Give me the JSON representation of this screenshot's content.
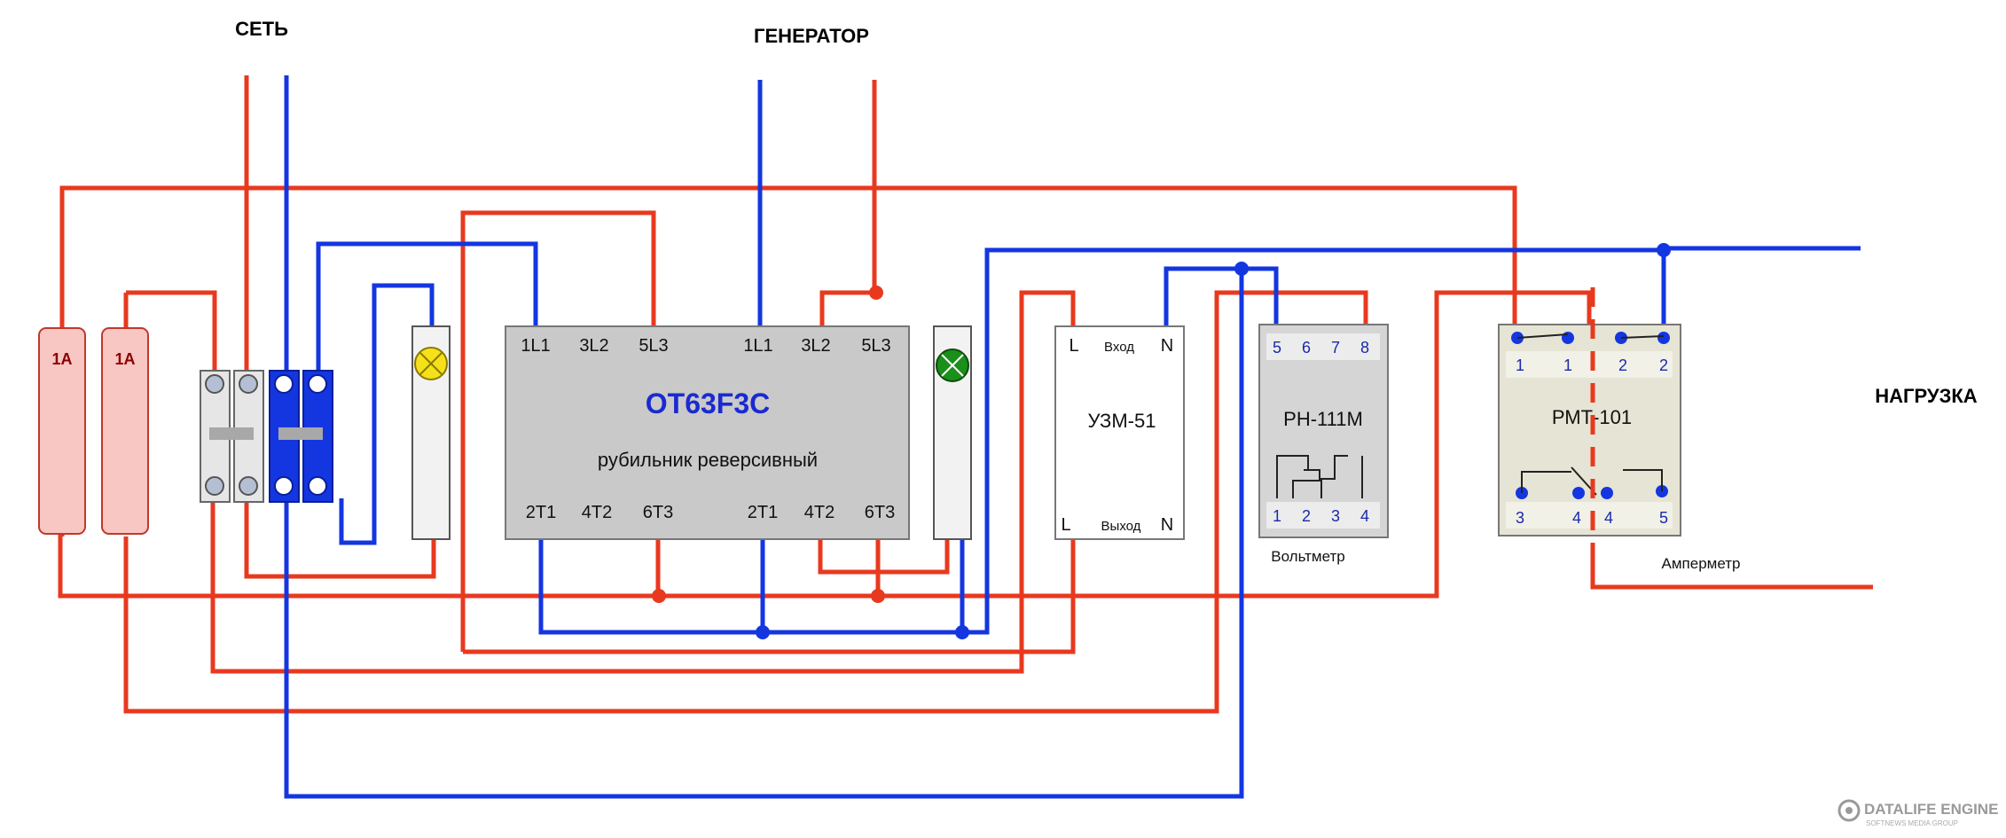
{
  "labels": {
    "grid": "СЕТЬ",
    "generator": "ГЕНЕРАТОР",
    "load": "НАГРУЗКА"
  },
  "fuses": [
    {
      "rating": "1A"
    },
    {
      "rating": "1A"
    }
  ],
  "switch": {
    "model": "OT63F3C",
    "description": "рубильник реверсивный",
    "top_terminals": [
      "1L1",
      "3L2",
      "5L3",
      "1L1",
      "3L2",
      "5L3"
    ],
    "bottom_terminals": [
      "2T1",
      "4T2",
      "6T3",
      "2T1",
      "4T2",
      "6T3"
    ]
  },
  "uzm": {
    "model": "УЗМ-51",
    "top_left": "L",
    "top_mid": "Вход",
    "top_right": "N",
    "bottom_left": "L",
    "bottom_mid": "Выход",
    "bottom_right": "N"
  },
  "rn": {
    "model": "РН-111М",
    "top_terminals": [
      "5",
      "6",
      "7",
      "8"
    ],
    "bottom_terminals": [
      "1",
      "2",
      "3",
      "4"
    ],
    "caption": "Вольтметр"
  },
  "rmt": {
    "model": "РМТ-101",
    "top_terminals": [
      "1",
      "1",
      "2",
      "2"
    ],
    "bottom_terminals": [
      "3",
      "4",
      "4",
      "5"
    ],
    "caption": "Амперметр"
  },
  "watermark": {
    "brand": "DATALIFE ENGINE",
    "sub": "SOFTNEWS MEDIA GROUP"
  },
  "colors": {
    "phase_wire": "#e8391f",
    "neutral_wire": "#1436e0",
    "lamp_grid": "#f5e11a",
    "lamp_generator": "#1a8f1a",
    "model_text": "#1a2ad0"
  }
}
